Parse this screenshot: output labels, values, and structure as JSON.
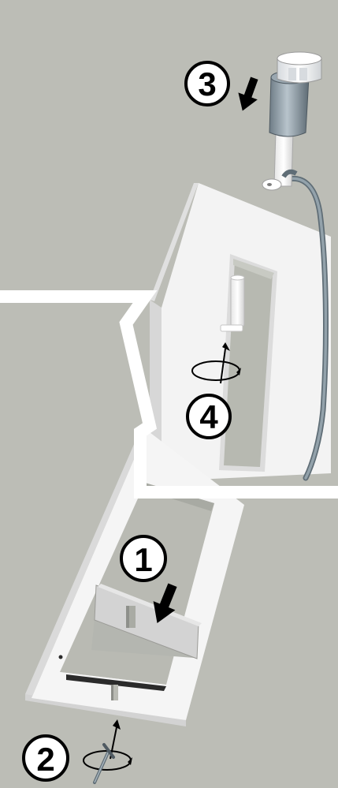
{
  "steps": [
    {
      "id": "1",
      "label": "1",
      "description_icon": "down-arrow-icon"
    },
    {
      "id": "2",
      "label": "2",
      "description_icon": "rotate-screw-icon"
    },
    {
      "id": "3",
      "label": "3",
      "description_icon": "down-arrow-icon"
    },
    {
      "id": "4",
      "label": "4",
      "description_icon": "rotate-icon"
    }
  ],
  "colors": {
    "background": "#bcbdb6",
    "panel": "#f2f2f2",
    "panel_side": "#d8d8d8",
    "slot": "#aeb0a8",
    "plug": "#8d9aa3",
    "cable": "#7d8c96",
    "divider": "#ffffff",
    "ink": "#000000"
  }
}
